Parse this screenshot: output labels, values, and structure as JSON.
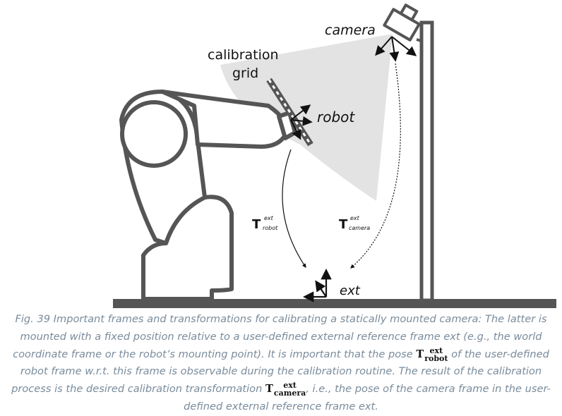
{
  "labels": {
    "camera": "camera",
    "calibration_line1": "calibration",
    "calibration_line2": "grid",
    "robot": "robot",
    "ext": "ext",
    "t_symbol": "T",
    "t_robot_sup": "ext",
    "t_robot_sub": "robot",
    "t_camera_sup": "ext",
    "t_camera_sub": "camera"
  },
  "caption": {
    "text1": "Fig. 39 Important frames and transformations for calibrating a statically mounted camera: The latter is mounted with a fixed position relative to a user-defined external reference frame ext (e.g., the world coordinate frame or the robot’s mounting point). It is important that the pose ",
    "math1_T": "T",
    "math1_sup": "ext",
    "math1_sub": "robot",
    "text2": " of the user-defined robot frame w.r.t. this frame is observable during the calibration routine. The result of the calibration process is the desired calibration transformation ",
    "math2_T": "T",
    "math2_sup": "ext",
    "math2_sub": "camera",
    "text3": ", i.e., the pose of the camera frame in the user-defined external reference frame ext."
  },
  "colors": {
    "robot_outline": "#555555",
    "field_of_view": "#e3e3e3",
    "caption_text": "#7a8c9c",
    "arrow": "#111111"
  }
}
